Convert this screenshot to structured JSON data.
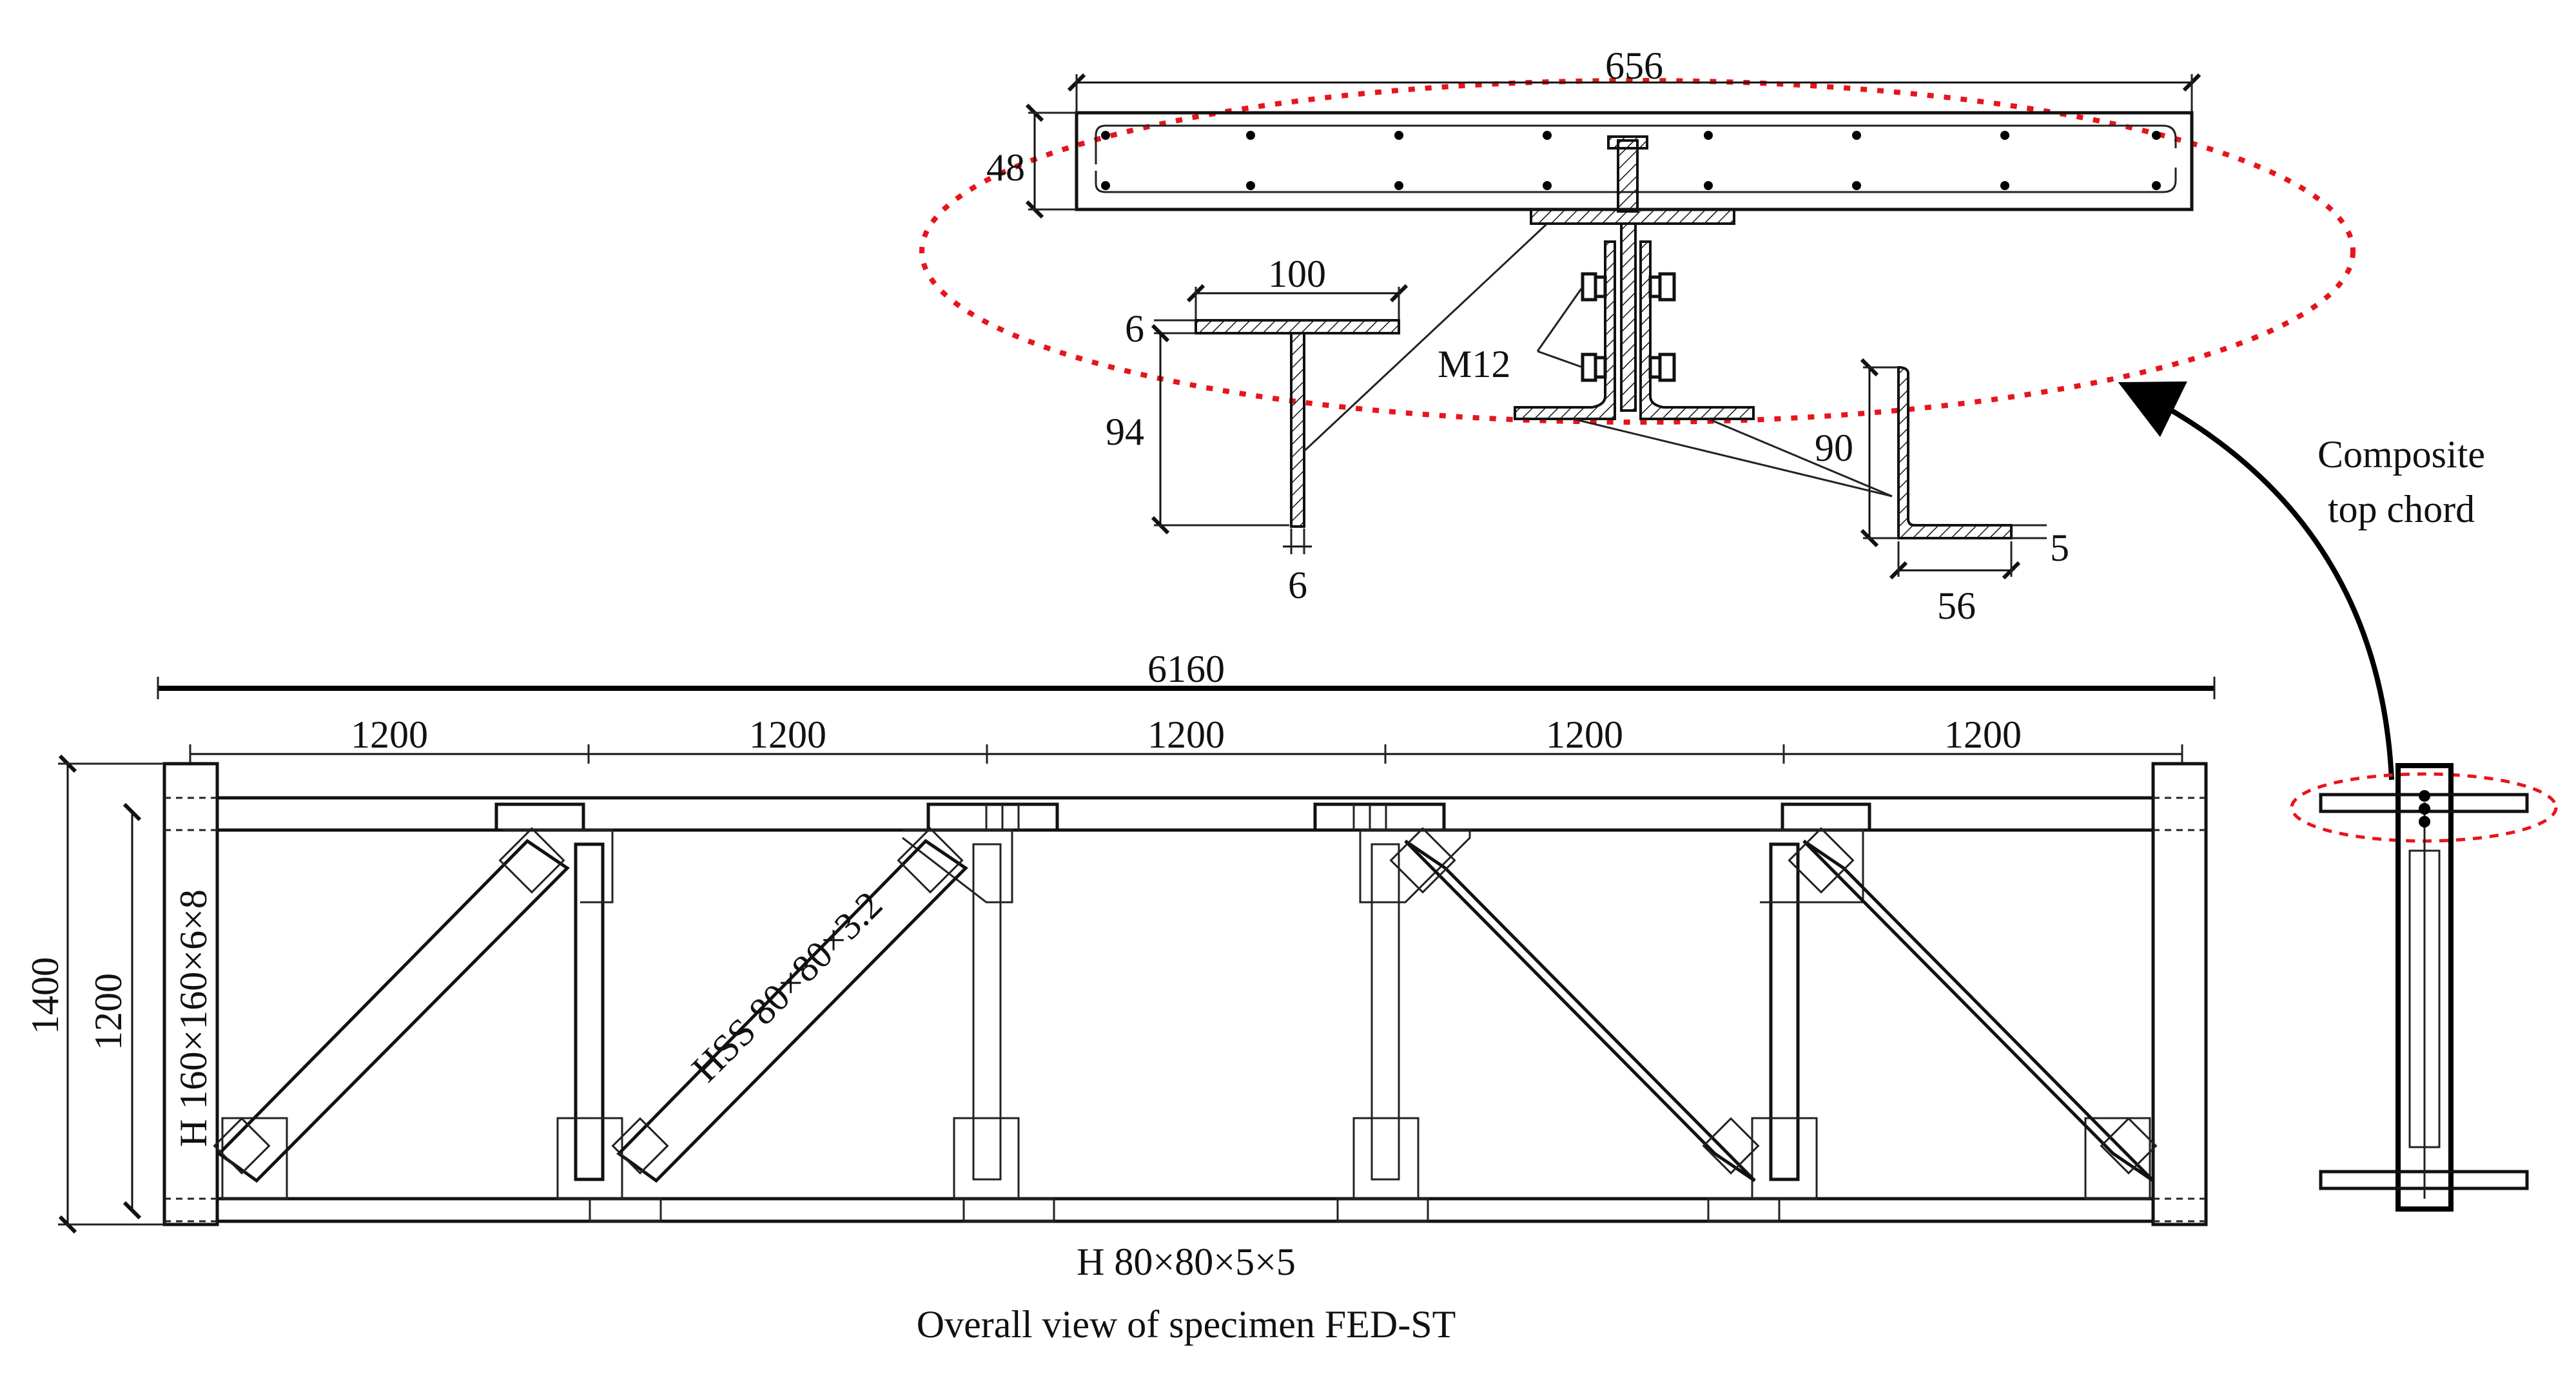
{
  "top_section": {
    "slab_width": "656",
    "slab_depth": "48",
    "tee_flange_width": "100",
    "tee_flange_thickness": "6",
    "tee_depth": "94",
    "tee_web_thickness": "6",
    "bolt_label": "M12",
    "angle_height": "90",
    "angle_thickness": "5",
    "angle_leg": "56"
  },
  "side_label": {
    "line1": "Composite",
    "line2": "top chord"
  },
  "truss": {
    "overall_length": "6160",
    "panels": [
      "1200",
      "1200",
      "1200",
      "1200",
      "1200"
    ],
    "total_height": "1400",
    "inner_height": "1200",
    "column_section": "H 160×160×6×8",
    "diagonal_section": "HSS 80×80×3.2",
    "bottom_chord_section": "H 80×80×5×5"
  },
  "caption": "Overall view of specimen FED-ST"
}
